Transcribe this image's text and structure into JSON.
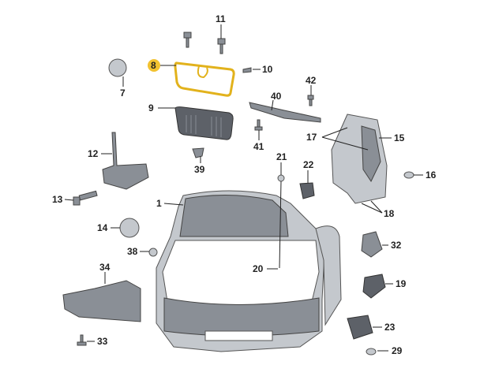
{
  "diagram": {
    "highlight_color": "#f2c230",
    "labels": {
      "p1": "1",
      "p7": "7",
      "p8": "8",
      "p9": "9",
      "p10": "10",
      "p11": "11",
      "p12": "12",
      "p13": "13",
      "p14": "14",
      "p15": "15",
      "p16": "16",
      "p17": "17",
      "p18": "18",
      "p19": "19",
      "p20": "20",
      "p21": "21",
      "p22": "22",
      "p23": "23",
      "p29": "29",
      "p32": "32",
      "p33": "33",
      "p34": "34",
      "p38": "38",
      "p39": "39",
      "p40": "40",
      "p41": "41",
      "p42": "42"
    }
  }
}
